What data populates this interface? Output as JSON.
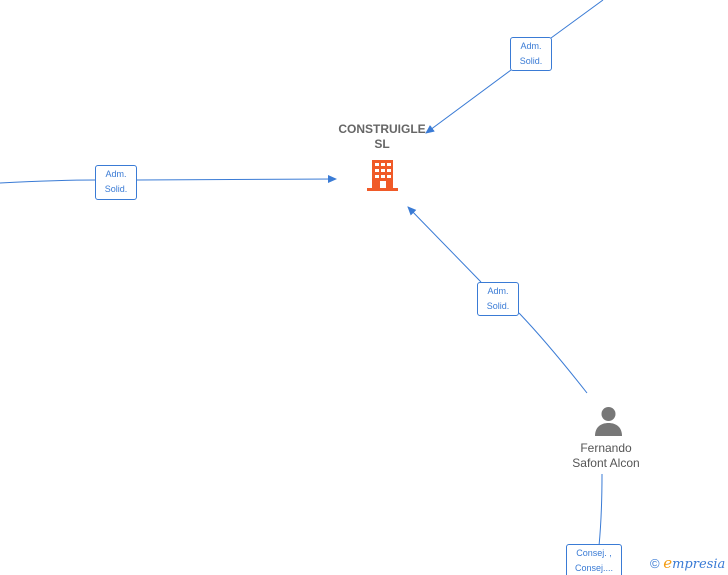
{
  "company": {
    "name_line1": "CONSTRUIGLE",
    "name_line2": "SL",
    "icon": "building-icon",
    "icon_color": "#f05a28"
  },
  "person": {
    "name_line1": "Fernando",
    "name_line2": "Safont Alcon",
    "icon": "person-icon",
    "icon_color": "#777777"
  },
  "relations": [
    {
      "line1": "Adm.",
      "line2": "Solid."
    },
    {
      "line1": "Adm.",
      "line2": "Solid."
    },
    {
      "line1": "Adm.",
      "line2": "Solid."
    },
    {
      "line1": "Consej. ,",
      "line2": "Consej...."
    }
  ],
  "edge_color": "#3a7bd5",
  "watermark": {
    "symbol": "©",
    "brand_initial": "e",
    "brand_rest": "mpresia"
  }
}
